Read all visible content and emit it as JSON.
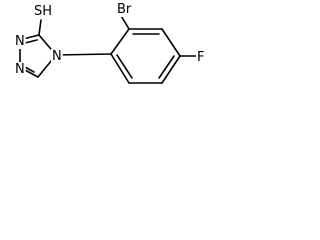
{
  "molecule": {
    "atom_labels": {
      "sh": "SH",
      "br": "Br",
      "f": "F",
      "n1": "N",
      "n2": "N",
      "n4": "N"
    },
    "colors": {
      "bond": "#000000",
      "label": "#000000",
      "background": "#ffffff"
    }
  }
}
